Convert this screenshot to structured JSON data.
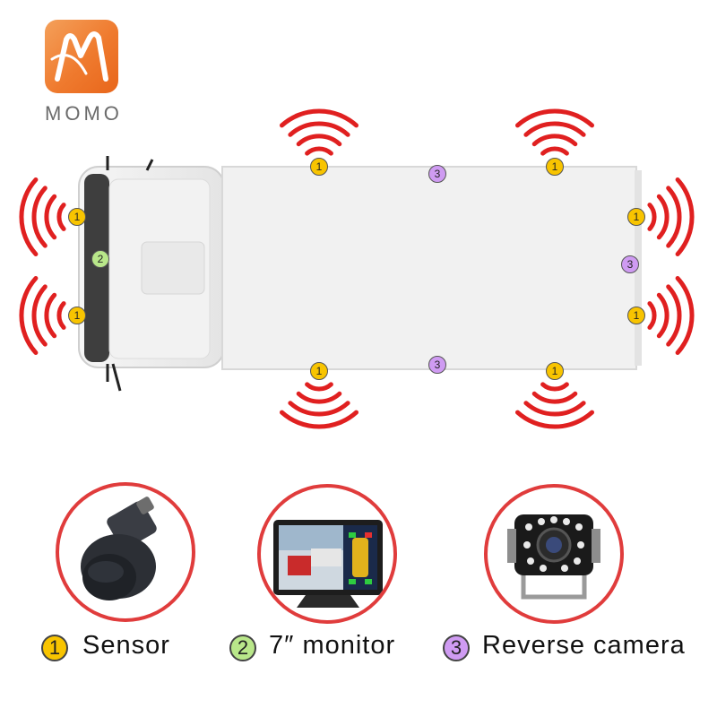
{
  "brand": {
    "name": "MOMO",
    "color": "#ef7a2e"
  },
  "diagram": {
    "sensor_badge": "1",
    "monitor_badge": "2",
    "camera_badge": "3",
    "colors": {
      "sensor": "#f8c400",
      "monitor": "#b9e78a",
      "camera": "#cf9bf2",
      "signal": "#e02020"
    }
  },
  "products": [
    {
      "icon": "parking-sensor-icon"
    },
    {
      "icon": "monitor-icon"
    },
    {
      "icon": "reverse-camera-icon"
    }
  ],
  "legend": [
    {
      "number": "1",
      "label": "Sensor"
    },
    {
      "number": "2",
      "label": "7″  monitor"
    },
    {
      "number": "3",
      "label": "Reverse camera"
    }
  ]
}
